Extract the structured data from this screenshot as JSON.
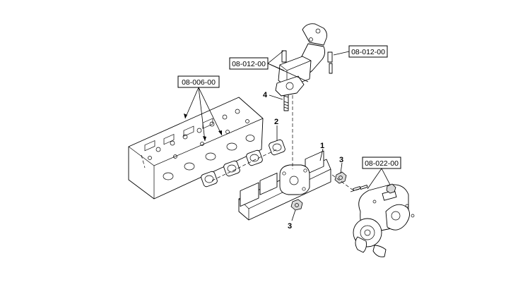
{
  "references": {
    "ref_head": "08-006-00",
    "ref_pipe_left": "08-012-00",
    "ref_pipe_right": "08-012-00",
    "ref_turbo": "08-022-00"
  },
  "callouts": {
    "part_manifold": "1",
    "part_gasket": "2",
    "part_nut_a": "3",
    "part_nut_b": "3",
    "part_stud": "4"
  }
}
